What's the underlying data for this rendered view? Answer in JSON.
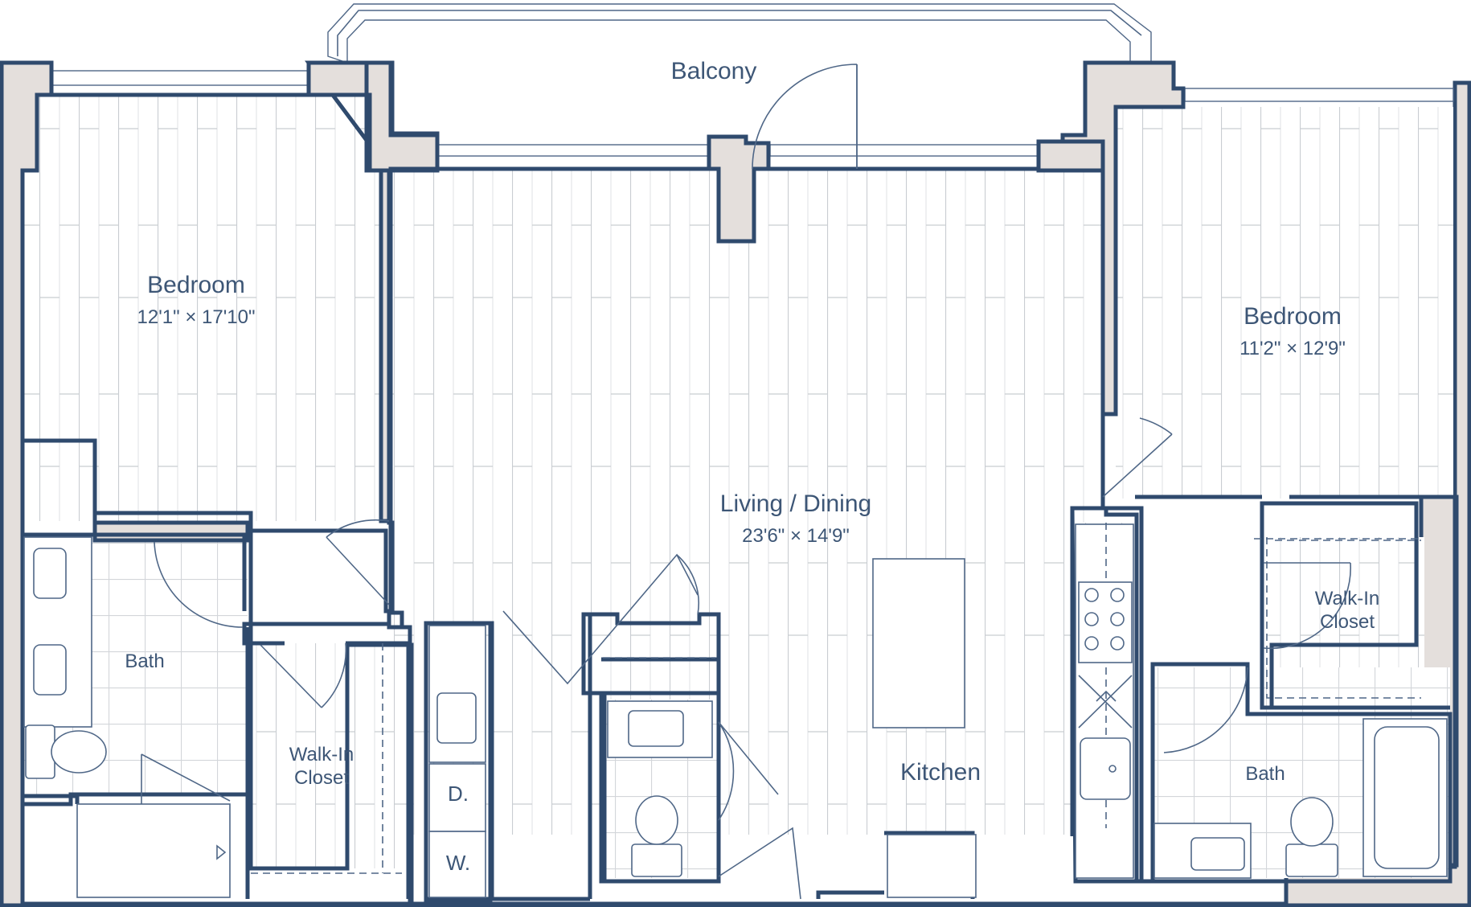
{
  "rooms": {
    "balcony": {
      "name": "Balcony"
    },
    "bedroom_left": {
      "name": "Bedroom",
      "dimensions": "12'1\" × 17'10\""
    },
    "bedroom_right": {
      "name": "Bedroom",
      "dimensions": "11'2\" × 12'9\""
    },
    "living_dining": {
      "name": "Living / Dining",
      "dimensions": "23'6\" × 14'9\""
    },
    "kitchen": {
      "name": "Kitchen"
    },
    "bath_left": {
      "name": "Bath"
    },
    "bath_right": {
      "name": "Bath"
    },
    "closet_left": {
      "name_line1": "Walk-In",
      "name_line2": "Closet"
    },
    "closet_right": {
      "name_line1": "Walk-In",
      "name_line2": "Closet"
    }
  },
  "appliances": {
    "dryer": "D.",
    "washer": "W."
  },
  "colors": {
    "wall_fill": "#e4dfdc",
    "wall_stroke": "#2f4a6d",
    "label": "#3d5676"
  }
}
